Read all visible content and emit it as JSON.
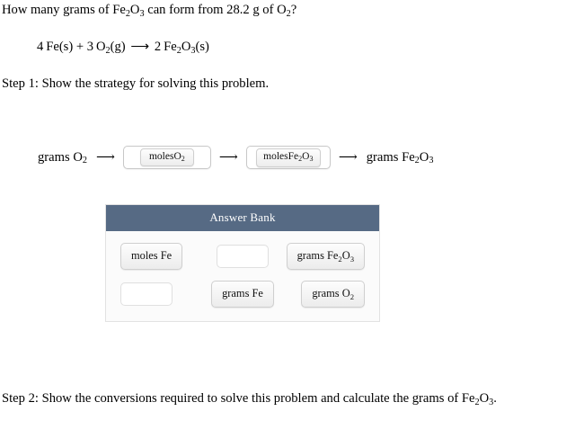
{
  "question": {
    "prefix": "How many grams of ",
    "formula_1": "Fe",
    "formula_1_sub1": "2",
    "formula_1_o": "O",
    "formula_1_sub2": "3",
    "middle": " can form from 28.2 g of ",
    "formula_2": "O",
    "formula_2_sub": "2",
    "suffix": "?",
    "full_text": "How many grams of Fe2O3 can form from 28.2 g of O2 ?"
  },
  "equation": {
    "coeff_fe": "4",
    "fe": "Fe(s)",
    "plus": "+",
    "coeff_o2": "3",
    "o": "O",
    "o_sub": "2",
    "o_state": "(g)",
    "arrow": "⟶",
    "coeff_product": "2",
    "product_fe": "Fe",
    "product_fe_sub": "2",
    "product_o": "O",
    "product_o_sub": "3",
    "product_state": "(s)",
    "full_text": "4 Fe(s) + 3 O2(g) ⟶ 2 Fe2O3(s)"
  },
  "step1": {
    "text": "Step 1: Show the strategy for solving this problem."
  },
  "strategy": {
    "start_label_prefix": "grams ",
    "start_label_el": "O",
    "start_label_sub": "2",
    "arrow": "⟶",
    "dropzone_1": {
      "tile_prefix": "moles ",
      "tile_el": "O",
      "tile_sub": "2",
      "tile_text": "moles O2",
      "filled": "true"
    },
    "dropzone_2": {
      "tile_prefix": "moles ",
      "tile_fe": "Fe",
      "tile_fe_sub": "2",
      "tile_o": "O",
      "tile_o_sub": "3",
      "tile_text": "moles Fe2O3",
      "filled": "true"
    },
    "end_label_prefix": "grams ",
    "end_label_fe": "Fe",
    "end_label_fe_sub": "2",
    "end_label_o": "O",
    "end_label_o_sub": "3",
    "end_label_text": "grams Fe2O3"
  },
  "answer_bank": {
    "title": "Answer Bank",
    "header_color": "#566a84",
    "rows": [
      {
        "cells": [
          {
            "type": "tile",
            "text": "moles Fe",
            "prefix": "moles ",
            "el": "Fe",
            "sub": ""
          },
          {
            "type": "empty",
            "text": ""
          },
          {
            "type": "tile",
            "text": "grams Fe2O3",
            "prefix": "grams ",
            "el": "Fe",
            "sub": "2",
            "el2": "O",
            "sub2": "3"
          }
        ]
      },
      {
        "cells": [
          {
            "type": "empty",
            "text": ""
          },
          {
            "type": "tile",
            "text": "grams Fe",
            "prefix": "grams ",
            "el": "Fe",
            "sub": ""
          },
          {
            "type": "tile",
            "text": "grams O2",
            "prefix": "grams ",
            "el": "O",
            "sub": "2"
          }
        ]
      }
    ]
  },
  "step2": {
    "prefix": "Step 2: Show the conversions required to solve this problem and calculate the grams of ",
    "formula_fe": "Fe",
    "formula_fe_sub": "2",
    "formula_o": "O",
    "formula_o_sub": "3",
    "suffix": ".",
    "full_text": "Step 2: Show the conversions required to solve this problem and calculate the grams of Fe2O3."
  }
}
